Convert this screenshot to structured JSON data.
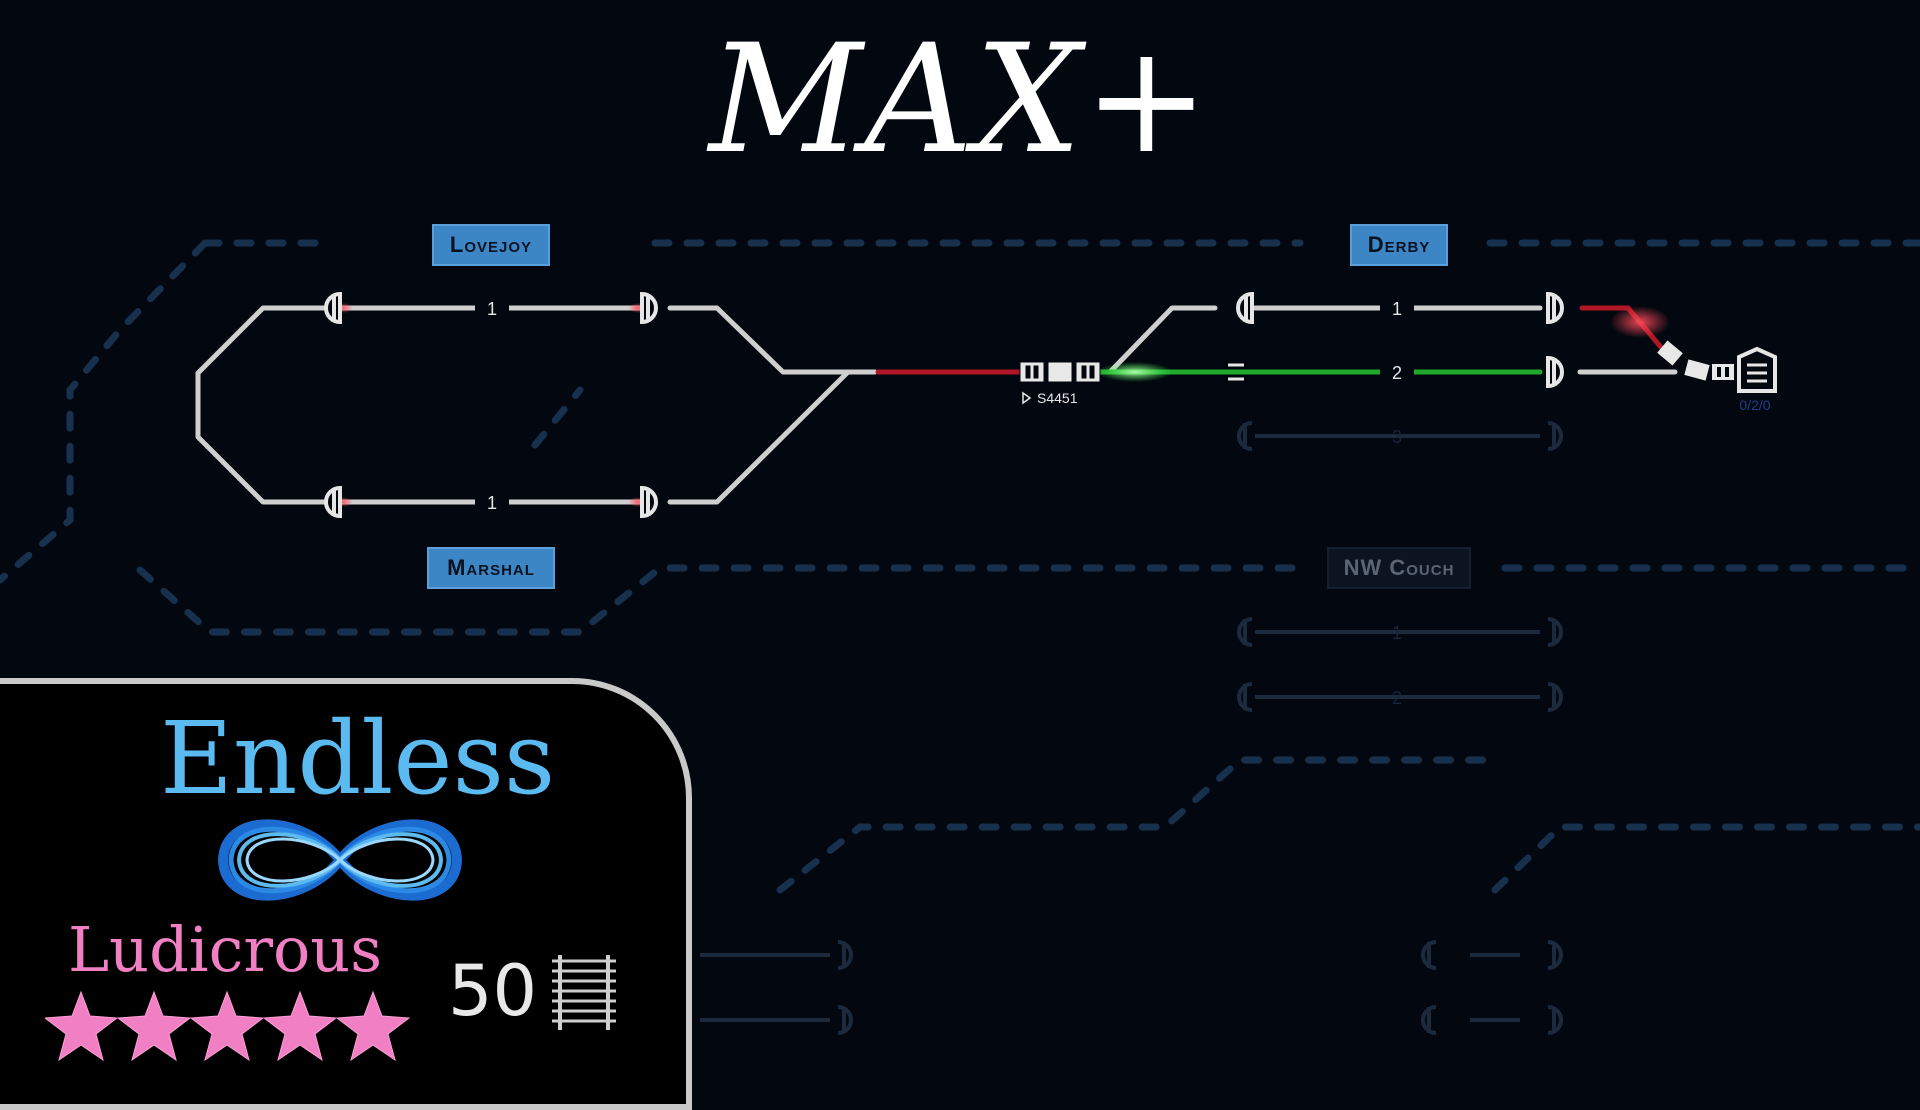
{
  "level": {
    "title": "MAX+"
  },
  "stations": {
    "lovejoy": "Lovejoy",
    "marshal": "Marshal",
    "derby": "Derby",
    "nw_couch": "NW Couch"
  },
  "track_labels": {
    "lovejoy_1": "1",
    "marshal_1": "1",
    "derby_1": "1",
    "derby_2": "2",
    "derby_3": "3",
    "nw_couch_1": "1",
    "nw_couch_2": "2"
  },
  "train": {
    "id": "S4451",
    "play_icon": "play-triangle-icon"
  },
  "depot": {
    "counter": "0/2/0",
    "icon": "depot-garage-icon"
  },
  "mode_panel": {
    "mode": "Endless",
    "mode_icon": "infinity-icon",
    "difficulty": "Ludicrous",
    "stars": 5,
    "star_icon": "star-icon",
    "track_count": "50",
    "track_icon": "track-rails-icon"
  },
  "colors": {
    "background": "#03070f",
    "station_active": "#3c86c6",
    "signal_red": "#c01525",
    "signal_green": "#1fa82b",
    "mode_blue": "#5bbaf0",
    "difficulty_pink": "#f07fc4"
  }
}
